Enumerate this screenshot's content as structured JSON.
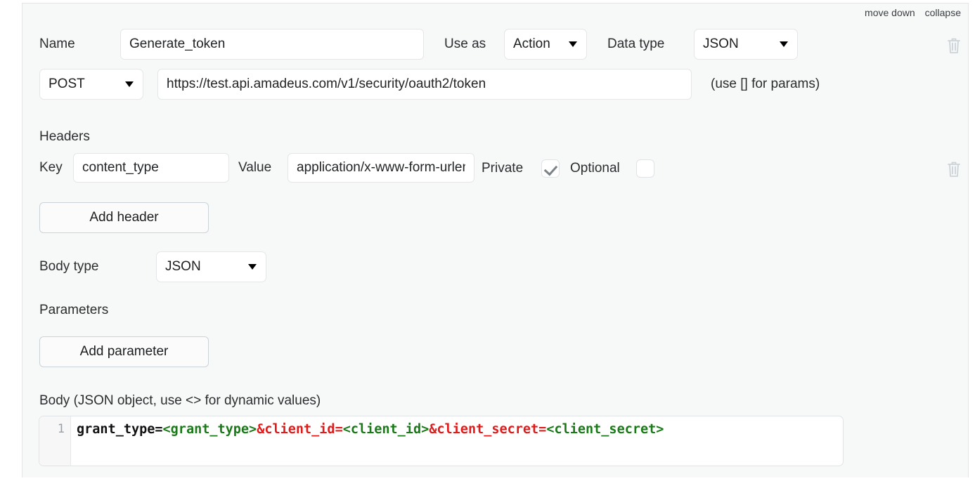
{
  "panel": {
    "top_links": [
      {
        "label": "move down",
        "name": "move-down-link"
      },
      {
        "label": "collapse",
        "name": "collapse-link"
      }
    ]
  },
  "name_row": {
    "name_label": "Name",
    "name_value": "Generate_token",
    "use_as_label": "Use as",
    "use_as_value": "Action",
    "data_type_label": "Data type",
    "data_type_value": "JSON"
  },
  "url_row": {
    "method_value": "POST",
    "url_value": "https://test.api.amadeus.com/v1/security/oauth2/token",
    "hint": "(use [] for params)"
  },
  "headers": {
    "section_label": "Headers",
    "key_label": "Key",
    "key_value": "content_type",
    "value_label": "Value",
    "value_value": "application/x-www-form-urlencoded",
    "private_label": "Private",
    "private_checked": true,
    "optional_label": "Optional",
    "optional_checked": false,
    "add_header_button": "Add header"
  },
  "body_type": {
    "label": "Body type",
    "value": "JSON"
  },
  "parameters": {
    "section_label": "Parameters",
    "add_parameter_button": "Add parameter"
  },
  "body": {
    "label": "Body (JSON object, use <> for dynamic values)",
    "line_number": "1",
    "text": "grant_type=<grant_type>&client_id=<client_id>&client_secret=<client_secret>",
    "tokens": [
      {
        "t": "grant_type=",
        "k": "plain"
      },
      {
        "t": "<grant_type>",
        "k": "var"
      },
      {
        "t": "&client_id=",
        "k": "key"
      },
      {
        "t": "<client_id>",
        "k": "var"
      },
      {
        "t": "&client_secret=",
        "k": "key"
      },
      {
        "t": "<client_secret>",
        "k": "var"
      }
    ]
  },
  "icons": {
    "delete_row_1": "trash-icon",
    "delete_row_2": "trash-icon"
  },
  "colors": {
    "panel_bg": "#f7f8f8",
    "input_bg": "#ffffff",
    "border": "#e4e6e8",
    "text": "#2b2d2f",
    "code_var": "#1a7a18",
    "code_key": "#e01b1b",
    "trash": "#ccd3d8"
  }
}
